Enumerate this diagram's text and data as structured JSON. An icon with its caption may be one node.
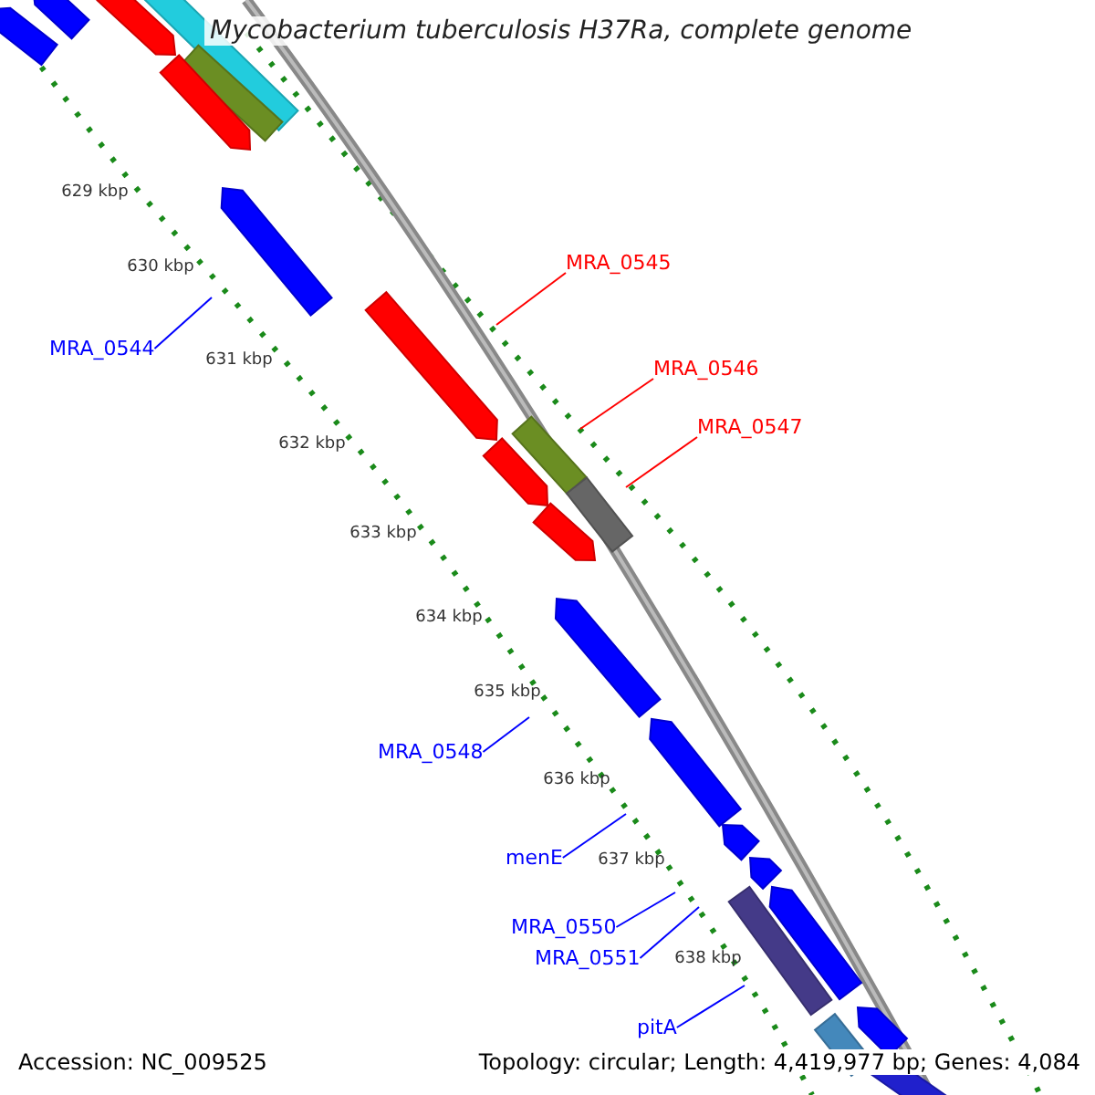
{
  "diagram": {
    "title": "Mycobacterium tuberculosis H37Ra, complete genome",
    "nodes": [
      {
        "text": [
          "MRA_0544"
        ]
      },
      {
        "text": [
          "MRA_0545"
        ]
      },
      {
        "text": [
          "MRA_0546"
        ]
      },
      {
        "text": [
          "MRA_0547"
        ]
      },
      {
        "text": [
          "MRA_0548"
        ]
      },
      {
        "text": [
          "menE"
        ]
      },
      {
        "text": [
          "MRA_0550"
        ]
      },
      {
        "text": [
          "MRA_0551"
        ]
      },
      {
        "text": [
          "pitA"
        ]
      }
    ],
    "edges": [
      {
        "from": 0,
        "to": null,
        "arrow": "none"
      },
      {
        "from": 1,
        "to": null,
        "arrow": "none",
        "color": "#ff0000"
      },
      {
        "from": 2,
        "to": null,
        "arrow": "none",
        "color": "#ff0000"
      },
      {
        "from": 3,
        "to": null,
        "arrow": "none",
        "color": "#ff0000"
      },
      {
        "from": 4,
        "to": null,
        "arrow": "none"
      },
      {
        "from": 5,
        "to": null,
        "arrow": "none"
      },
      {
        "from": 6,
        "to": null,
        "arrow": "none"
      },
      {
        "from": 7,
        "to": null,
        "arrow": "none"
      },
      {
        "from": 8,
        "to": null,
        "arrow": "none"
      }
    ],
    "labels": [
      "629 kbp",
      "630 kbp",
      "631 kbp",
      "632 kbp",
      "633 kbp",
      "634 kbp",
      "635 kbp",
      "636 kbp",
      "637 kbp",
      "638 kbp",
      "Accession: NC_009525",
      "Topology: circular; Length: 4,419,977 bp; Genes: 4,084"
    ]
  }
}
